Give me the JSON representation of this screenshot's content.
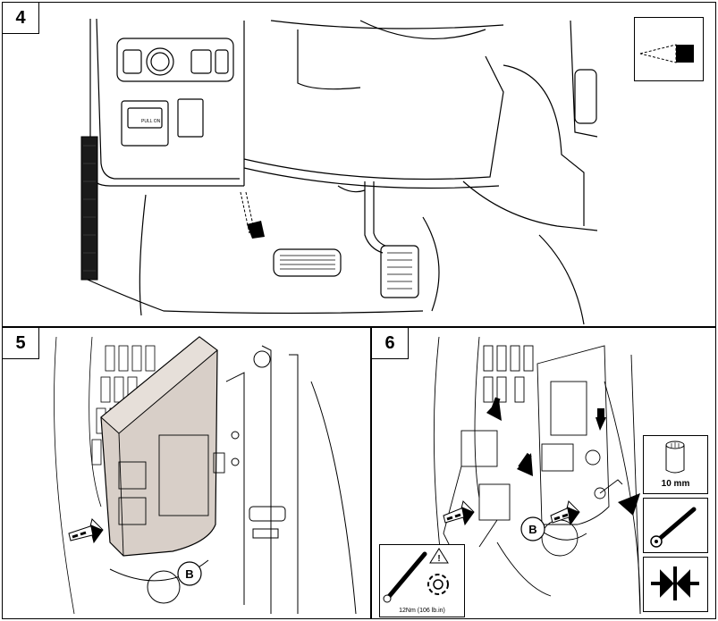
{
  "steps": [
    {
      "number": "4",
      "labels": {
        "switch_label": "PULL ON"
      }
    },
    {
      "number": "5",
      "labels": {
        "callout": "B"
      }
    },
    {
      "number": "6",
      "labels": {
        "callout": "B"
      }
    }
  ],
  "icons": {
    "socket_size": "10 mm",
    "torque_value": "12Nm (106 lb.in)",
    "view_direction": "view-direction-arrow-icon",
    "ratchet": "ratchet-wrench-icon",
    "push_in": "push-together-icon"
  },
  "colors": {
    "component_fill": "#d8cfc8",
    "line": "#000000",
    "background": "#ffffff"
  }
}
